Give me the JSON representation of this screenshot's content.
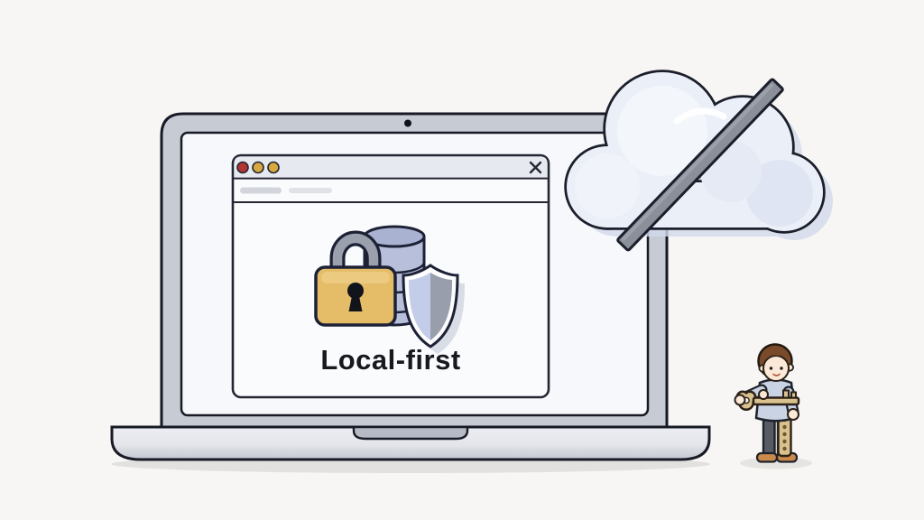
{
  "scene": {
    "background": "#f7f6f4"
  },
  "laptop": {
    "bezel_color": "#c7cbd4",
    "screen_color": "#f7f8fb",
    "outline_color": "#171a24",
    "base_top_color": "#edeff3",
    "base_bottom_color": "#c4c8d1",
    "notch_color": "#b6bac4"
  },
  "browser": {
    "titlebar_color": "#e7e9f0",
    "traffic_lights": [
      {
        "name": "red",
        "color": "#b13530"
      },
      {
        "name": "amber",
        "color": "#d9a83e"
      },
      {
        "name": "amber",
        "color": "#d9a83e"
      }
    ],
    "close_icon": "✕",
    "toolbar_placeholders": [
      {
        "color": "#d3d5dc"
      },
      {
        "color": "#e0e2e7"
      }
    ],
    "content": {
      "caption": "Local-first",
      "caption_color": "#17191f",
      "icons": [
        "padlock-icon",
        "database-icon",
        "shield-icon"
      ],
      "padlock_body_color": "#e5bd68",
      "padlock_shackle_color": "#9ba1ac",
      "database_color": "#b7bfdb",
      "database_top_color": "#a9b2d0",
      "shield_left_color": "#c3cdea",
      "shield_right_color": "#989eab"
    }
  },
  "cloud": {
    "crossed_out": true,
    "fill": "#ebeff7",
    "shade_color": "#dfe5f2",
    "outline": "#1b1e2b",
    "slash_color": "#8a8f9a"
  },
  "person": {
    "holding": "key-icon",
    "hair_color": "#7a4b2b",
    "skin_color": "#fbe8d6",
    "sweater_color": "#c9d3e4",
    "pants_color": "#575b64",
    "shoe_color": "#c98a4b",
    "key_color": "#d9c28e"
  }
}
